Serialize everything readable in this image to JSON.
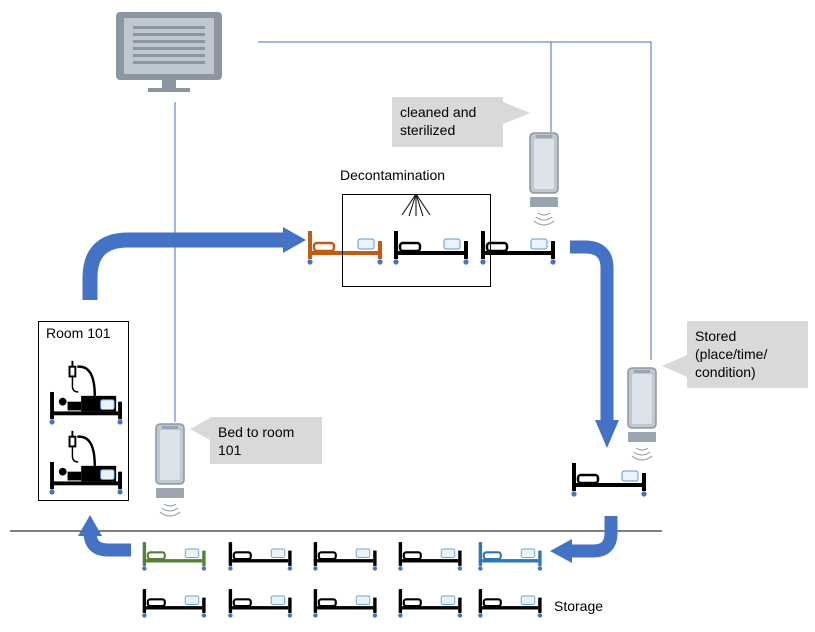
{
  "labels": {
    "decontamination": "Decontamination",
    "room": "Room 101",
    "storage": "Storage"
  },
  "callouts": {
    "cleaned": "cleaned and\nsterilized",
    "stored": "Stored\n(place/time/\ncondition)",
    "bed_to_room": "Bed to room\n101"
  },
  "colors": {
    "arrow": "#4472c4",
    "line": "#4472c4",
    "bed_dirty": "#c55a11",
    "bed_clean": "#000000",
    "bed_selected": "#548235",
    "bed_incoming": "#2e75b6",
    "callout_bg": "#d9d9d9",
    "device": "#bfc7d0"
  },
  "icons": {
    "computer": "computer-monitor-icon",
    "reader": "rfid-reader-icon",
    "bed": "hospital-bed-icon",
    "patient": "patient-in-bed-icon",
    "iv": "iv-drip-icon"
  }
}
